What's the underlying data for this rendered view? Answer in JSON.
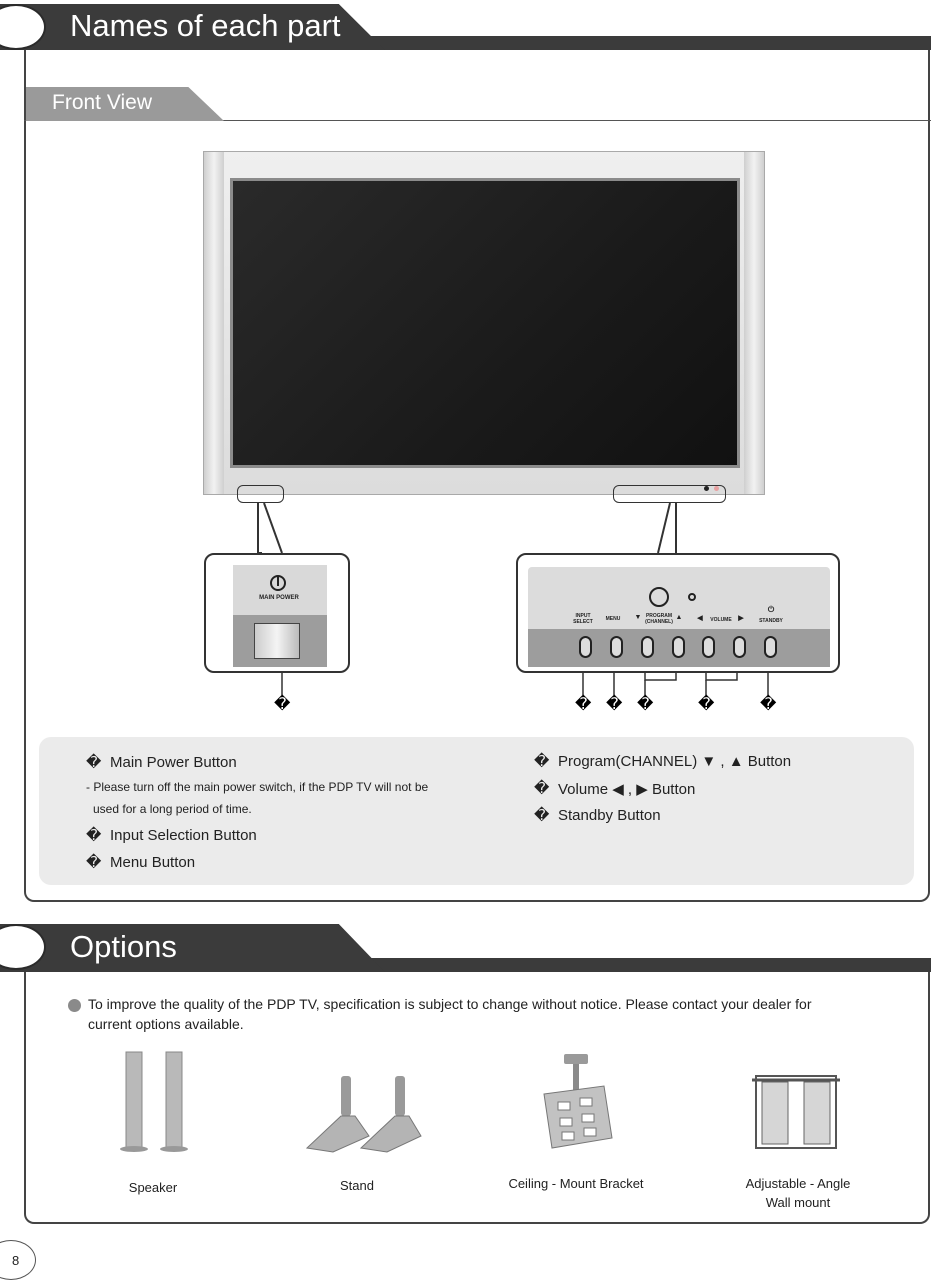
{
  "names_section": {
    "title": "Names of each part",
    "subtitle": "Front View"
  },
  "zoom_left": {
    "label": "MAIN POWER"
  },
  "zoom_right": {
    "labels": {
      "input_select": "INPUT SELECT",
      "menu": "MENU",
      "program": "PROGRAM (CHANNEL)",
      "volume": "VOLUME",
      "standby": "STANDBY"
    }
  },
  "markers": [
    "�",
    "�",
    "�",
    "�",
    "�",
    "�"
  ],
  "parts_list": {
    "left": {
      "main_power": "Main Power Button",
      "note_line1": "- Please turn off the main power switch, if the PDP TV will not be",
      "note_line2": "used for a long period of time.",
      "input_selection": "Input Selection Button",
      "menu": "Menu Button"
    },
    "right": {
      "program": "Program(CHANNEL) ▼ ,  ▲  Button",
      "volume": "Volume ◀ ,  ▶  Button",
      "standby": "Standby  Button"
    },
    "bullet_glyph": "�"
  },
  "options_section": {
    "title": "Options",
    "note_line1": "To improve the quality of the PDP TV, specification is subject to change without notice. Please contact your dealer for",
    "note_line2": "current options available.",
    "items": [
      {
        "label": "Speaker"
      },
      {
        "label": "Stand"
      },
      {
        "label": "Ceiling - Mount Bracket"
      },
      {
        "label_line1": "Adjustable - Angle",
        "label_line2": "Wall mount"
      }
    ]
  },
  "page_number": "8"
}
